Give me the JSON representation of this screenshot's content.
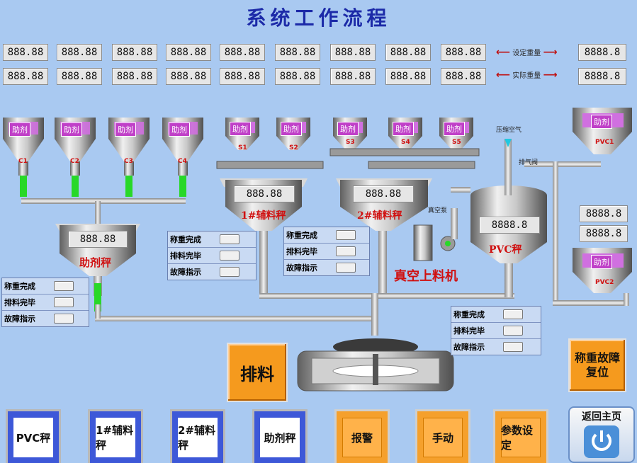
{
  "title": "系统工作流程",
  "displays": {
    "set_row": [
      "888.88",
      "888.88",
      "888.88",
      "888.88",
      "888.88",
      "888.88",
      "888.88",
      "888.88",
      "888.88"
    ],
    "actual_row": [
      "888.88",
      "888.88",
      "888.88",
      "888.88",
      "888.88",
      "888.88",
      "888.88",
      "888.88",
      "888.88"
    ],
    "set_total": "8888.8",
    "actual_total": "8888.8",
    "set_label": "设定重量",
    "actual_label": "实际重量"
  },
  "scales": {
    "additive": {
      "value": "888.88",
      "label": "助剂秤"
    },
    "aux1": {
      "value": "888.88",
      "label": "1#辅料秤"
    },
    "aux2": {
      "value": "888.88",
      "label": "2#辅料秤"
    },
    "pvc": {
      "value": "8888.8",
      "label": "PVC秤"
    }
  },
  "right_displays": [
    "8888.8",
    "8888.8"
  ],
  "hoppers": {
    "C": [
      "C1",
      "C2",
      "C3",
      "C4"
    ],
    "S": [
      "S1",
      "S2",
      "S3",
      "S4",
      "S5"
    ],
    "pvc": [
      "PVC1",
      "PVC2"
    ],
    "tag": "助剂"
  },
  "vacuum_loader": "真空上料机",
  "small_labels": {
    "compressed_air": "压缩空气",
    "vent": "排气阀",
    "pump": "真空泵"
  },
  "status_labels": [
    "称重完成",
    "排料完毕",
    "故障指示"
  ],
  "buttons": {
    "discharge": "排料",
    "fault_reset": "称重故障复位",
    "home": "返回主页"
  },
  "nav": [
    "PVC秤",
    "1#辅料秤",
    "2#辅料秤",
    "助剂秤",
    "报警",
    "手动",
    "参数设定"
  ],
  "colors": {
    "background": "#a9c9f1",
    "pipe": "#b8b8b8",
    "accent_green": "#20d020",
    "alarm_red": "#d01010",
    "orange": "#f59a1e",
    "blue_btn": "#3d58d8"
  }
}
